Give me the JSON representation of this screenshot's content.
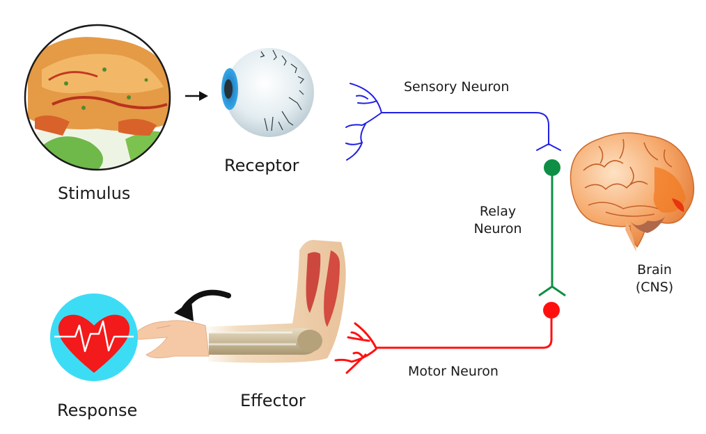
{
  "title": "Reflex Arc",
  "labels": {
    "stimulus": "Stimulus",
    "receptor": "Receptor",
    "sensory_neuron": "Sensory Neuron",
    "relay_neuron_line1": "Relay",
    "relay_neuron_line2": "Neuron",
    "brain_line1": "Brain",
    "brain_line2": "(CNS)",
    "motor_neuron": "Motor Neuron",
    "effector": "Effector",
    "response": "Response"
  },
  "icons": {
    "stimulus": "food-plate-icon",
    "receptor": "eyeball-icon",
    "brain": "brain-icon",
    "effector": "arm-muscle-icon",
    "response": "heartbeat-icon"
  },
  "colors": {
    "sensory_neuron": "#1f1fe6",
    "relay_neuron": "#0f8f45",
    "motor_neuron": "#ff1010",
    "response_circle": "#3ddcf5",
    "heart": "#f21a1a",
    "arrow": "#111111"
  }
}
